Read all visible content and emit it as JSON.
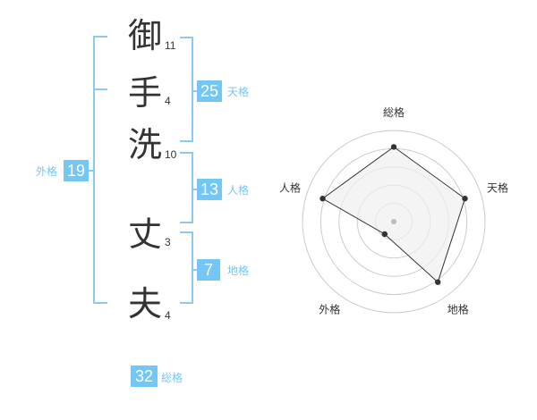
{
  "name": [
    {
      "char": "御",
      "strokes": "11"
    },
    {
      "char": "手",
      "strokes": "4"
    },
    {
      "char": "洗",
      "strokes": "10"
    },
    {
      "char": "丈",
      "strokes": "3"
    },
    {
      "char": "夫",
      "strokes": "4"
    }
  ],
  "scores": {
    "tenkaku": {
      "value": "25",
      "label": "天格"
    },
    "jinkaku": {
      "value": "13",
      "label": "人格"
    },
    "chikaku": {
      "value": "7",
      "label": "地格"
    },
    "gaikaku": {
      "value": "19",
      "label": "外格"
    },
    "soukaku": {
      "value": "32",
      "label": "総格"
    }
  },
  "chart_data": {
    "type": "radar",
    "axes": [
      "総格",
      "天格",
      "地格",
      "外格",
      "人格"
    ],
    "values": [
      0.82,
      0.82,
      0.82,
      0.17,
      0.82
    ],
    "rings": 5,
    "colors": {
      "fill": "#f0f0f0",
      "line": "#333333",
      "grid": "#cccccc",
      "point": "#333333",
      "center": "#bbbbbb"
    }
  },
  "colors": {
    "accent": "#74c6f4",
    "bracket": "#8dcaf0",
    "text": "#333333"
  }
}
